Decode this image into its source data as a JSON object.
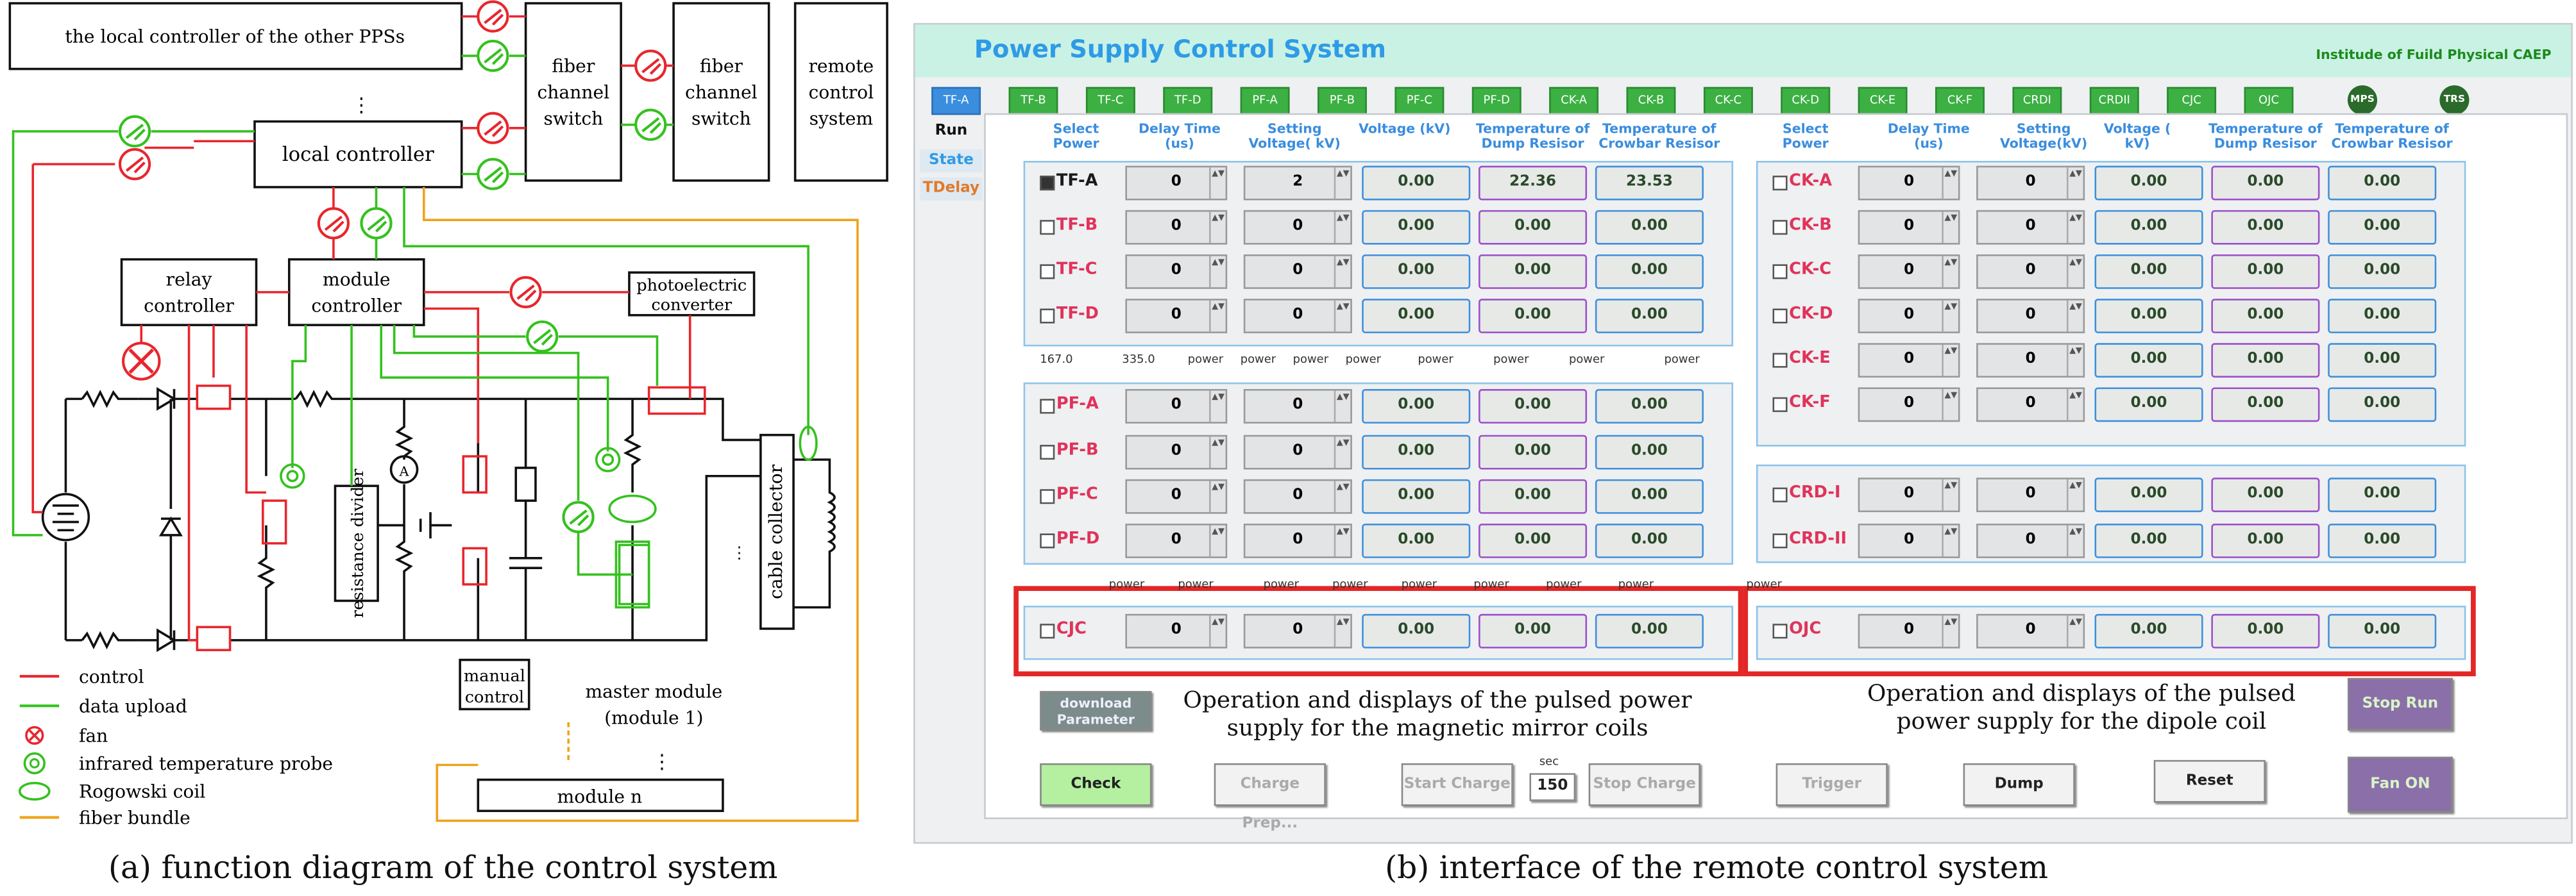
{
  "panel_a": {
    "boxes": {
      "other_controller": "the local controller of the other PPSs",
      "fiber_switch_1": [
        "fiber",
        "channel",
        "switch"
      ],
      "fiber_switch_2": [
        "fiber",
        "channel",
        "switch"
      ],
      "remote": [
        "remote",
        "control",
        "system"
      ],
      "local_controller": "local controller",
      "relay": [
        "relay",
        "controller"
      ],
      "module": [
        "module",
        "controller"
      ],
      "photo": [
        "photoelectric",
        "converter"
      ],
      "divider": "resistance divider",
      "manual": [
        "manual",
        "control"
      ],
      "cable": "cable collector",
      "module_n": "module n",
      "master": [
        "master module",
        "(module 1)"
      ],
      "ammeter": "A"
    },
    "legend": [
      {
        "label": "control",
        "color": "#e8262d"
      },
      {
        "label": "data upload",
        "color": "#35c11f"
      },
      {
        "label": "fan",
        "color": "#e8262d"
      },
      {
        "label": "infrared temperature probe",
        "color": "#35c11f"
      },
      {
        "label": "Rogowski coil",
        "color": "#35c11f"
      },
      {
        "label": "fiber bundle",
        "color": "#f0a21a"
      }
    ],
    "caption": "(a) function diagram of the control system"
  },
  "panel_b": {
    "title": "Power Supply Control System",
    "institute": "Institude of Fuild Physical  CAEP",
    "tabs": [
      "TF-A",
      "TF-B",
      "TF-C",
      "TF-D",
      "PF-A",
      "PF-B",
      "PF-C",
      "PF-D",
      "CK-A",
      "CK-B",
      "CK-C",
      "CK-D",
      "CK-E",
      "CK-F",
      "CRDI",
      "CRDII",
      "CJC",
      "OJC"
    ],
    "round_buttons": [
      "MPS",
      "TRS"
    ],
    "side_tabs": [
      "Run",
      "State",
      "TDelay"
    ],
    "headers": [
      "Select Power",
      "Delay Time (us)",
      "Setting Voltage( kV)",
      "Voltage (kV)",
      "Temperature of Dump Resisor",
      "Temperature of Crowbar Resisor"
    ],
    "headers_right": [
      "Select Power",
      "Delay Time (us)",
      "Setting Voltage(kV)",
      "Voltage ( kV)",
      "Temperature of Dump Resisor",
      "Temperature of Crowbar Resisor"
    ],
    "rows_left": [
      {
        "name": "TF-A",
        "delay": "0",
        "set": "2",
        "v": "0.00",
        "t1": "22.36",
        "t2": "23.53",
        "checked": true
      },
      {
        "name": "TF-B",
        "delay": "0",
        "set": "0",
        "v": "0.00",
        "t1": "0.00",
        "t2": "0.00"
      },
      {
        "name": "TF-C",
        "delay": "0",
        "set": "0",
        "v": "0.00",
        "t1": "0.00",
        "t2": "0.00"
      },
      {
        "name": "TF-D",
        "delay": "0",
        "set": "0",
        "v": "0.00",
        "t1": "0.00",
        "t2": "0.00"
      },
      {
        "name": "PF-A",
        "delay": "0",
        "set": "0",
        "v": "0.00",
        "t1": "0.00",
        "t2": "0.00"
      },
      {
        "name": "PF-B",
        "delay": "0",
        "set": "0",
        "v": "0.00",
        "t1": "0.00",
        "t2": "0.00"
      },
      {
        "name": "PF-C",
        "delay": "0",
        "set": "0",
        "v": "0.00",
        "t1": "0.00",
        "t2": "0.00"
      },
      {
        "name": "PF-D",
        "delay": "0",
        "set": "0",
        "v": "0.00",
        "t1": "0.00",
        "t2": "0.00"
      },
      {
        "name": "CJC",
        "delay": "0",
        "set": "0",
        "v": "0.00",
        "t1": "0.00",
        "t2": "0.00"
      }
    ],
    "rows_right": [
      {
        "name": "CK-A",
        "delay": "0",
        "set": "0",
        "v": "0.00",
        "t1": "0.00",
        "t2": "0.00"
      },
      {
        "name": "CK-B",
        "delay": "0",
        "set": "0",
        "v": "0.00",
        "t1": "0.00",
        "t2": "0.00"
      },
      {
        "name": "CK-C",
        "delay": "0",
        "set": "0",
        "v": "0.00",
        "t1": "0.00",
        "t2": "0.00"
      },
      {
        "name": "CK-D",
        "delay": "0",
        "set": "0",
        "v": "0.00",
        "t1": "0.00",
        "t2": "0.00"
      },
      {
        "name": "CK-E",
        "delay": "0",
        "set": "0",
        "v": "0.00",
        "t1": "0.00",
        "t2": "0.00"
      },
      {
        "name": "CK-F",
        "delay": "0",
        "set": "0",
        "v": "0.00",
        "t1": "0.00",
        "t2": "0.00"
      },
      {
        "name": "CRD-I",
        "delay": "0",
        "set": "0",
        "v": "0.00",
        "t1": "0.00",
        "t2": "0.00"
      },
      {
        "name": "CRD-II",
        "delay": "0",
        "set": "0",
        "v": "0.00",
        "t1": "0.00",
        "t2": "0.00"
      },
      {
        "name": "OJC",
        "delay": "0",
        "set": "0",
        "v": "0.00",
        "t1": "0.00",
        "t2": "0.00"
      }
    ],
    "mid_line": [
      "167.0",
      "335.0",
      "power",
      "power",
      "power",
      "power",
      "power",
      "power",
      "power",
      "power"
    ],
    "power_word": "power",
    "buttons": {
      "download": "download Parameter",
      "stop_run": "Stop Run",
      "check": "Check",
      "charge_prep": "Charge Prep...",
      "start_charge": "Start Charge",
      "sec": "sec",
      "sec_value": "150",
      "stop_charge": "Stop Charge",
      "trigger": "Trigger",
      "dump": "Dump",
      "reset": "Reset",
      "fan_on": "Fan ON"
    },
    "note_left": "Operation and displays of the pulsed power supply for the magnetic mirror coils",
    "note_right": "Operation and displays of the pulsed power supply for the dipole coil",
    "caption": "(b) interface of the remote control system"
  }
}
